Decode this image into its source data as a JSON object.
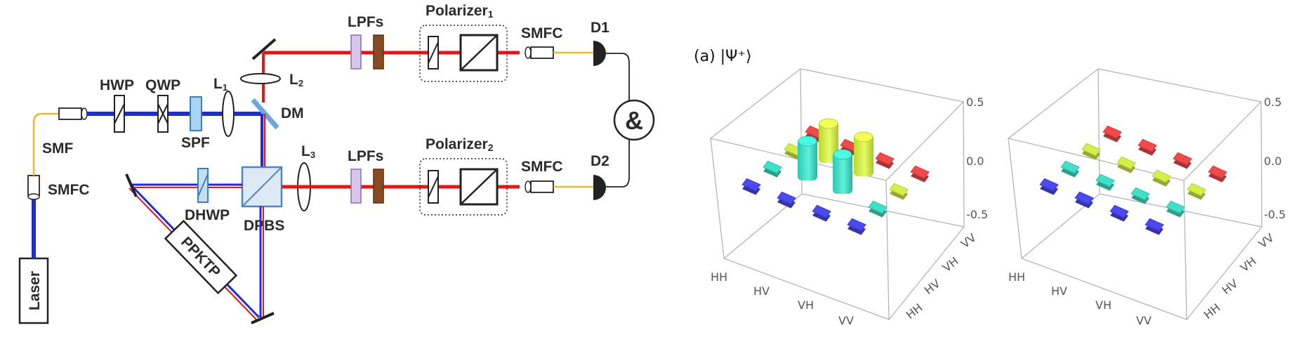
{
  "setup": {
    "labels": {
      "laser": "Laser",
      "smfc_source": "SMFC",
      "smf": "SMF",
      "hwp": "HWP",
      "qwp": "QWP",
      "spf": "SPF",
      "l1": "L",
      "l1_sub": "1",
      "l2": "L",
      "l2_sub": "2",
      "l3": "L",
      "l3_sub": "3",
      "dm": "DM",
      "dpbs": "DPBS",
      "dhwp": "DHWP",
      "ppktp": "PPKTP",
      "lpfs_top": "LPFs",
      "lpfs_bottom": "LPFs",
      "polarizer_top": "Polarizer",
      "polarizer_top_sub": "1",
      "polarizer_bottom": "Polarizer",
      "polarizer_bottom_sub": "2",
      "smfc_top": "SMFC",
      "smfc_bottom": "SMFC",
      "d1": "D1",
      "d2": "D2",
      "coincidence": "&"
    },
    "colors": {
      "pump": "#1f2bd6",
      "signal": "#e01818",
      "fiber": "#e8b830",
      "spf_fill": "#a9d4f2",
      "lpf_light": "#d8c6ea",
      "lpf_dark": "#8a4a22"
    }
  },
  "density_panel": {
    "title": "(a) |Ψ⁺⟩",
    "z_ticks": [
      "0.5",
      "0.0",
      "-0.5"
    ],
    "row_labels": [
      "HH",
      "HV",
      "VH",
      "VV"
    ],
    "col_labels": [
      "HH",
      "HV",
      "VH",
      "VV"
    ],
    "row_colors": [
      "#4a4af0",
      "#3fe0c8",
      "#d4f048",
      "#f04a4a"
    ],
    "real_part": [
      [
        0,
        0,
        0,
        0
      ],
      [
        0,
        0.5,
        0.5,
        0
      ],
      [
        0,
        0.5,
        0.5,
        0
      ],
      [
        0,
        0,
        0,
        0
      ]
    ],
    "imag_part": [
      [
        0,
        0,
        0,
        0
      ],
      [
        0,
        0,
        0,
        0
      ],
      [
        0,
        0,
        0,
        0
      ],
      [
        0,
        0,
        0,
        0
      ]
    ]
  }
}
